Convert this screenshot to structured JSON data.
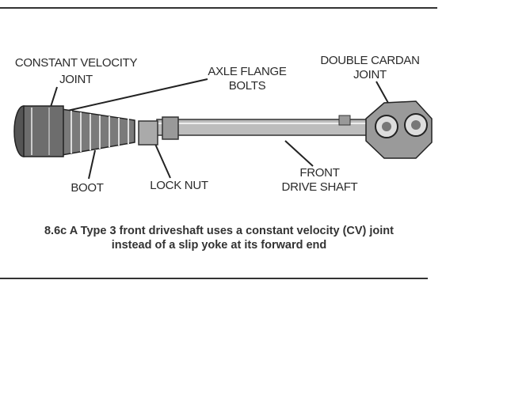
{
  "figure": {
    "labels": {
      "cv_joint": [
        "CONSTANT VELOCITY",
        "JOINT"
      ],
      "axle_flange_bolts": [
        "AXLE FLANGE",
        "BOLTS"
      ],
      "double_cardan_joint": [
        "DOUBLE CARDAN",
        "JOINT"
      ],
      "boot": "BOOT",
      "lock_nut": "LOCK NUT",
      "front_drive_shaft": [
        "FRONT",
        "DRIVE SHAFT"
      ]
    },
    "caption": {
      "line1": "8.6c  A Type 3 front driveshaft uses a constant velocity (CV) joint",
      "line2": "instead of a slip yoke at its forward end"
    }
  }
}
